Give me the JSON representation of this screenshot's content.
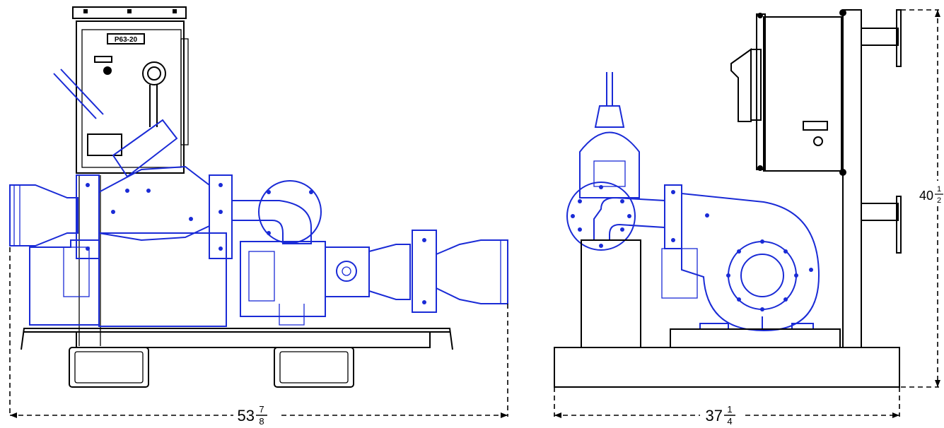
{
  "panel_label": "P63-20",
  "dimensions": {
    "width_front": {
      "whole": "53",
      "num": "7",
      "den": "8"
    },
    "depth_side": {
      "whole": "37",
      "num": "1",
      "den": "4"
    },
    "height_side": {
      "whole": "40",
      "num": "1",
      "den": "2"
    }
  },
  "colors": {
    "outline": "#000000",
    "pump": "#1a2bd6",
    "background": "#ffffff"
  }
}
